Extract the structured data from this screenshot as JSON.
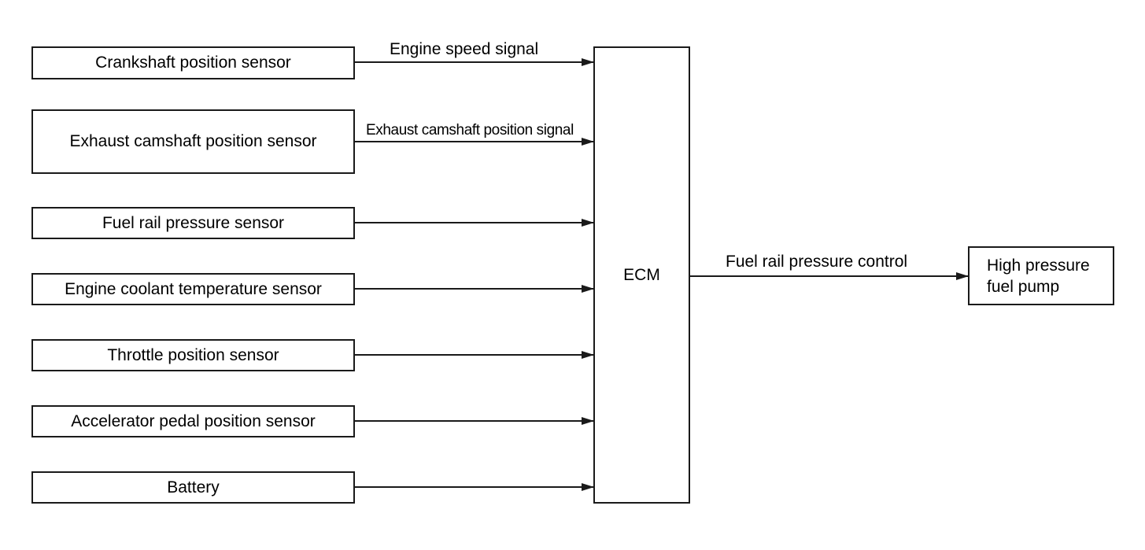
{
  "sensors": [
    {
      "label": "Crankshaft position sensor"
    },
    {
      "label": "Exhaust camshaft position sensor"
    },
    {
      "label": "Fuel rail pressure sensor"
    },
    {
      "label": "Engine coolant temperature sensor"
    },
    {
      "label": "Throttle position sensor"
    },
    {
      "label": "Accelerator pedal position sensor"
    },
    {
      "label": "Battery"
    }
  ],
  "signals": {
    "engine_speed": "Engine speed signal",
    "exhaust_camshaft": "Exhaust camshaft position signal",
    "fuel_rail_control": "Fuel rail pressure control"
  },
  "ecm": {
    "label": "ECM"
  },
  "pump": {
    "line1": "High pressure",
    "line2": "fuel pump"
  }
}
